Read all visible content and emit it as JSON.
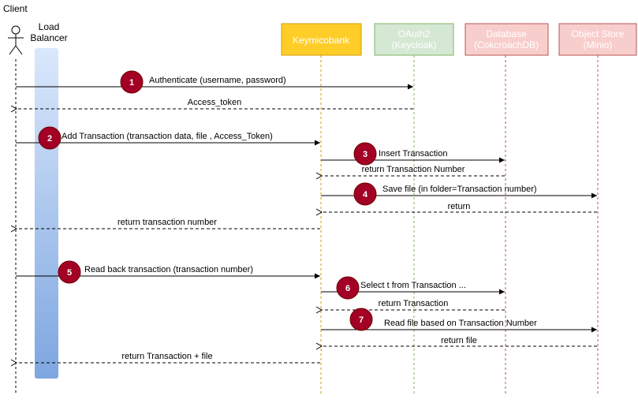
{
  "actors": {
    "client": "Client",
    "load_balancer_line1": "Load",
    "load_balancer_line2": "Balancer"
  },
  "participants": {
    "keymicobank": "Keymicobank",
    "oauth2_line1": "OAuth2",
    "oauth2_line2": "(Keycloak)",
    "database_line1": "Database",
    "database_line2": "(CokcroachDB)",
    "object_store_line1": "Object Store",
    "object_store_line2": "(Minio)"
  },
  "messages": {
    "m1": "Authenticate (username, password)",
    "m1r": "Access_token",
    "m2": "Add Transaction (transaction data, file , Access_Token)",
    "m3": "Insert Transaction",
    "m3r": "return Transaction Number",
    "m4": "Save file (in folder=Transaction number)",
    "m4r": "return",
    "m2r": "return transaction number",
    "m5": "Read back transaction (transaction number)",
    "m6": "Select t from Transaction ...",
    "m6r": "return Transaction",
    "m7": "Read file based on Transaction Number",
    "m7r": "return file",
    "m5r": "return Transaction + file"
  },
  "steps": [
    "1",
    "2",
    "3",
    "4",
    "5",
    "6",
    "7"
  ],
  "colors": {
    "keymicobank_fill": "#ffcd28",
    "keymicobank_stroke": "#d79b00",
    "oauth_fill": "#d5e8d4",
    "oauth_stroke": "#82b366",
    "db_fill": "#f8cecc",
    "db_stroke": "#b85450",
    "step_badge": "#a20025",
    "lb_top": "#dae8fc",
    "lb_bottom": "#7ea6e0"
  }
}
